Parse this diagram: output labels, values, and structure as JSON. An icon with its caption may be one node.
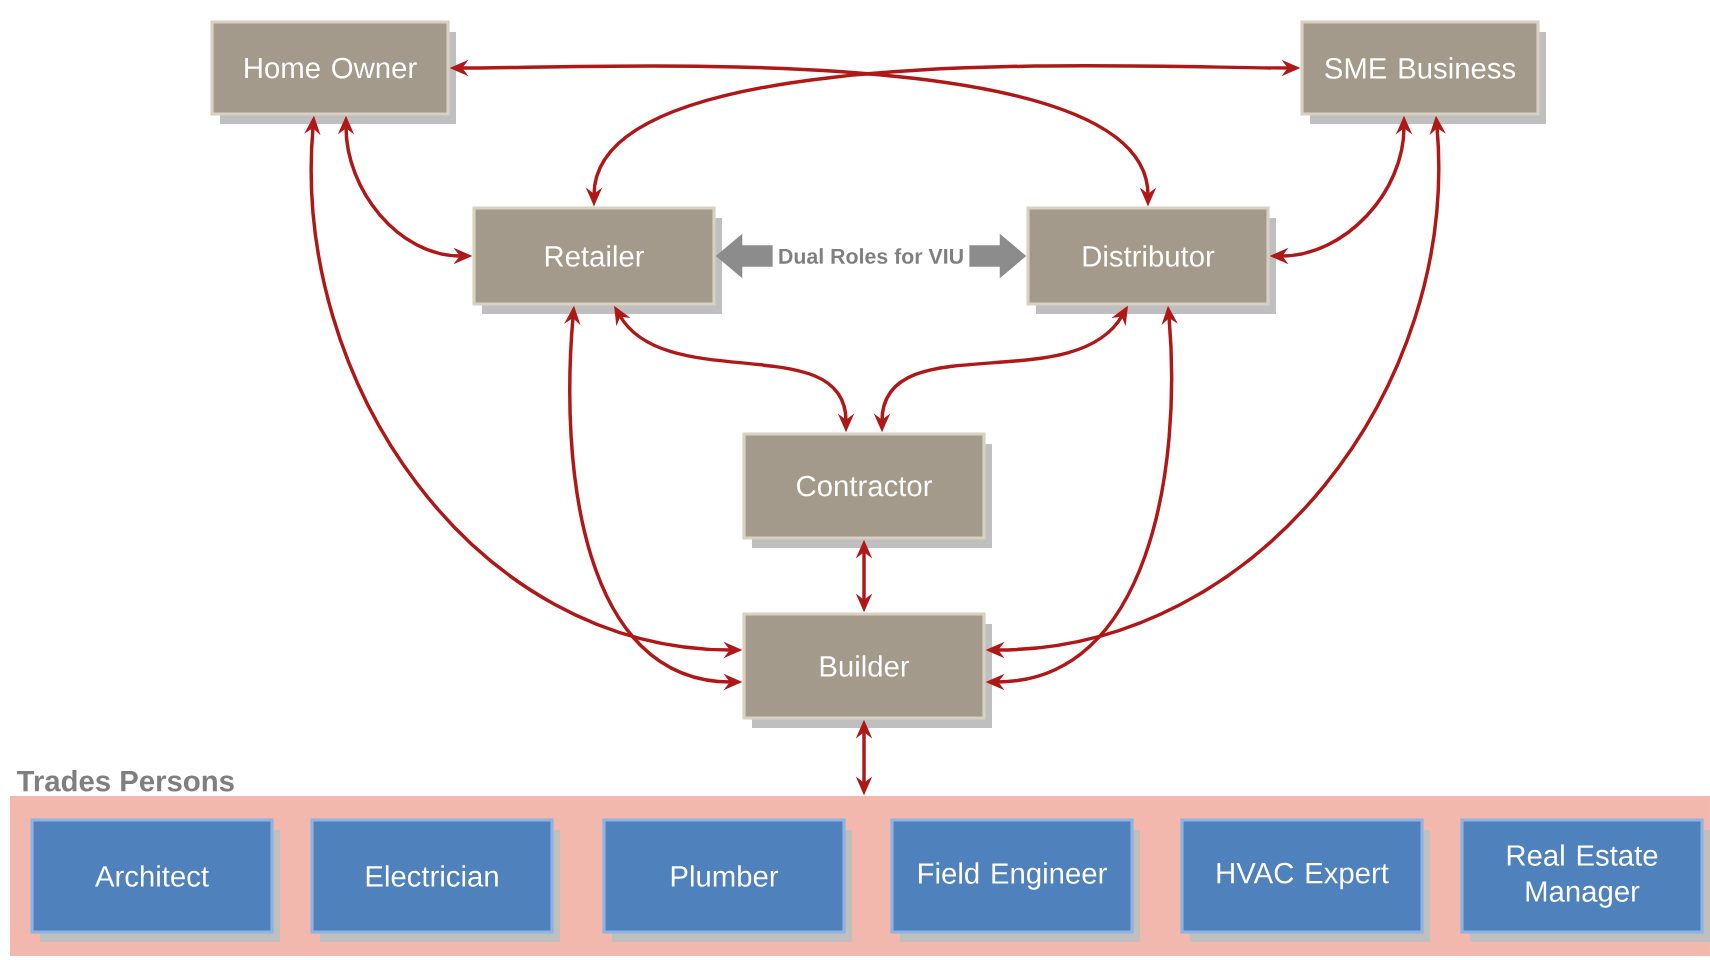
{
  "diagram": {
    "nodes": [
      {
        "text": [
          "Home Owner"
        ]
      },
      {
        "text": [
          "SME Business"
        ]
      },
      {
        "text": [
          "Retailer"
        ]
      },
      {
        "text": [
          "Distributor"
        ]
      },
      {
        "text": [
          "Contractor"
        ]
      },
      {
        "text": [
          "Builder"
        ]
      },
      {
        "text": [
          "Trades Persons"
        ]
      },
      {
        "text": [
          "Architect"
        ],
        "in": 6
      },
      {
        "text": [
          "Electrician"
        ],
        "in": 6
      },
      {
        "text": [
          "Plumber"
        ],
        "in": 6
      },
      {
        "text": [
          "Field Engineer"
        ],
        "in": 6
      },
      {
        "text": [
          "HVAC Expert"
        ],
        "in": 6
      },
      {
        "text": [
          "Real Estate Manager"
        ],
        "in": 6
      }
    ],
    "edges": [
      {
        "from": 0,
        "to": 3,
        "arrow": "both"
      },
      {
        "from": 1,
        "to": 2,
        "arrow": "both"
      },
      {
        "from": 0,
        "to": 2,
        "arrow": "both"
      },
      {
        "from": 1,
        "to": 3,
        "arrow": "both"
      },
      {
        "from": 0,
        "to": 5,
        "arrow": "both"
      },
      {
        "from": 1,
        "to": 5,
        "arrow": "both"
      },
      {
        "from": 2,
        "to": 5,
        "arrow": "both"
      },
      {
        "from": 3,
        "to": 5,
        "arrow": "both"
      },
      {
        "from": 2,
        "to": 4,
        "arrow": "both"
      },
      {
        "from": 3,
        "to": 4,
        "arrow": "both"
      },
      {
        "from": 4,
        "to": 5,
        "arrow": "both"
      },
      {
        "from": 5,
        "to": 6,
        "arrow": "both"
      },
      {
        "from": 2,
        "to": 3,
        "arrow": "both",
        "label": "Dual Roles for VIU",
        "style": "thick",
        "color": "#8c8c8c"
      }
    ]
  }
}
